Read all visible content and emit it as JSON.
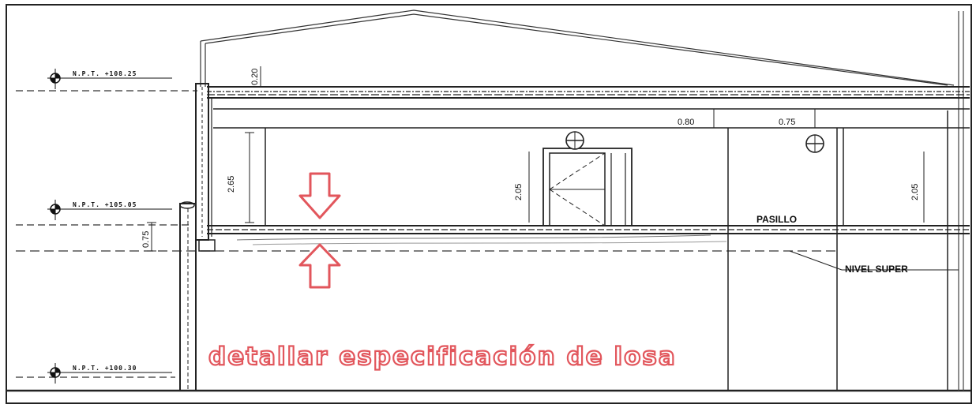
{
  "levels": [
    {
      "label": "N.P.T. +108.25"
    },
    {
      "label": "N.P.T. +105.05"
    },
    {
      "label": "N.P.T. +100.30"
    }
  ],
  "dimensions": {
    "roof": "0.20",
    "ceiling_a": "0.80",
    "ceiling_b": "0.75",
    "room_height": "2.65",
    "door_height_a": "2.05",
    "door_height_b": "2.05",
    "slab": "0.75"
  },
  "rooms": {
    "corridor": "PASILLO"
  },
  "callouts": {
    "upper_level": "NIVEL SUPER"
  },
  "annotation": {
    "note": "detallar especificación de losa",
    "color": "#e2565c"
  },
  "icons": [
    "level-marker-icon",
    "arrow-down-icon",
    "arrow-up-icon",
    "section-marker-icon"
  ]
}
